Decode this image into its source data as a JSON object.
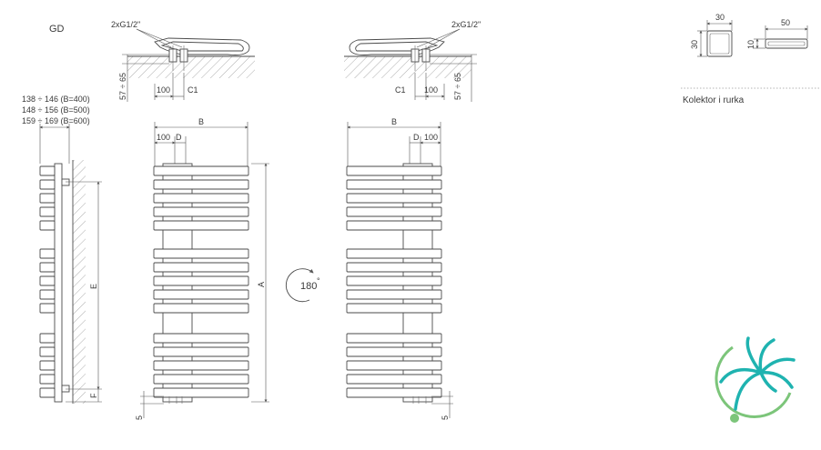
{
  "labels": {
    "model": "GD",
    "connection_left": "2xG1/2\"",
    "connection_right": "2xG1/2\"",
    "height_offset": "57 ÷ 65",
    "dim_100": "100",
    "dim_c1": "C1",
    "dim_b": "B",
    "dim_d": "D",
    "dim_a": "A",
    "dim_e": "E",
    "dim_f": "F",
    "dim_5": "5",
    "rotation": "180",
    "rotation_degree": "°",
    "depth_400": "138 ÷ 146 (B=400)",
    "depth_500": "148 ÷ 156 (B=500)",
    "depth_600": "159 ÷ 169 (B=600)",
    "profile_30_w": "30",
    "profile_30_h": "30",
    "profile_50_w": "50",
    "profile_10_h": "10",
    "caption": "Kolektor i rurka"
  },
  "colors": {
    "line": "#4a4a4a",
    "logo_teal": "#1fb3b0",
    "logo_green": "#7cc57a"
  },
  "icons": [
    "rotation-arrow-icon",
    "brand-logo-icon"
  ]
}
